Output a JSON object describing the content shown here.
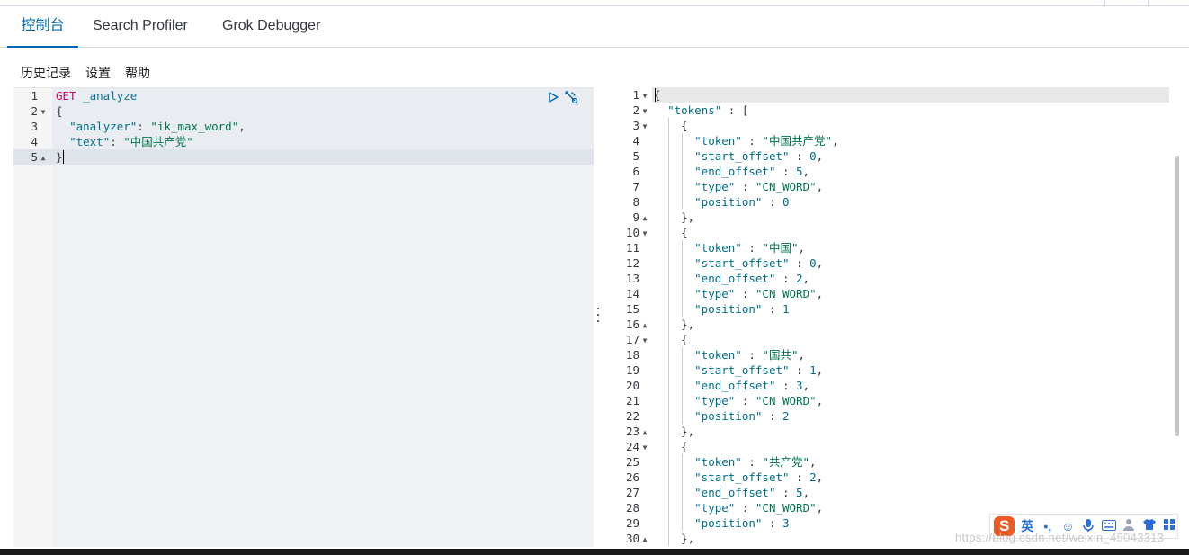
{
  "tabs": [
    {
      "label": "控制台",
      "active": true
    },
    {
      "label": "Search Profiler",
      "active": false
    },
    {
      "label": "Grok Debugger",
      "active": false
    }
  ],
  "menu": {
    "history": "历史记录",
    "settings": "设置",
    "help": "帮助"
  },
  "request_editor": {
    "line_numbers": [
      "1",
      "2",
      "3",
      "4",
      "5"
    ],
    "lines": [
      {
        "method": "GET",
        "path": "_analyze"
      },
      {
        "text": "{"
      },
      {
        "key": "\"analyzer\"",
        "sep": ": ",
        "value": "\"ik_max_word\"",
        "tail": ","
      },
      {
        "key": "\"text\"",
        "sep": ": ",
        "value": "\"中国共产党\"",
        "tail": ""
      },
      {
        "text": "}"
      }
    ]
  },
  "response_editor": {
    "line_numbers": [
      "1",
      "2",
      "3",
      "4",
      "5",
      "6",
      "7",
      "8",
      "9",
      "10",
      "11",
      "12",
      "13",
      "14",
      "15",
      "16",
      "17",
      "18",
      "19",
      "20",
      "21",
      "22",
      "23",
      "24",
      "25",
      "26",
      "27",
      "28",
      "29",
      "30"
    ],
    "lines": [
      "{",
      "  \"tokens\" : [",
      "    {",
      "      \"token\" : \"中国共产党\",",
      "      \"start_offset\" : 0,",
      "      \"end_offset\" : 5,",
      "      \"type\" : \"CN_WORD\",",
      "      \"position\" : 0",
      "    },",
      "    {",
      "      \"token\" : \"中国\",",
      "      \"start_offset\" : 0,",
      "      \"end_offset\" : 2,",
      "      \"type\" : \"CN_WORD\",",
      "      \"position\" : 1",
      "    },",
      "    {",
      "      \"token\" : \"国共\",",
      "      \"start_offset\" : 1,",
      "      \"end_offset\" : 3,",
      "      \"type\" : \"CN_WORD\",",
      "      \"position\" : 2",
      "    },",
      "    {",
      "      \"token\" : \"共产党\",",
      "      \"start_offset\" : 2,",
      "      \"end_offset\" : 5,",
      "      \"type\" : \"CN_WORD\",",
      "      \"position\" : 3",
      "    },"
    ]
  },
  "ime_toolbar": {
    "logo": "S",
    "mode": "英",
    "icons": [
      "punctuation-icon",
      "emoji-icon",
      "microphone-icon",
      "keyboard-icon",
      "user-icon",
      "skin-icon",
      "grid-icon"
    ]
  },
  "watermark": "https://blog.csdn.net/weixin_45043313",
  "colors": {
    "accent": "#006bb4",
    "method": "#c80a68",
    "string": "#00754a",
    "key": "#006e8a"
  }
}
